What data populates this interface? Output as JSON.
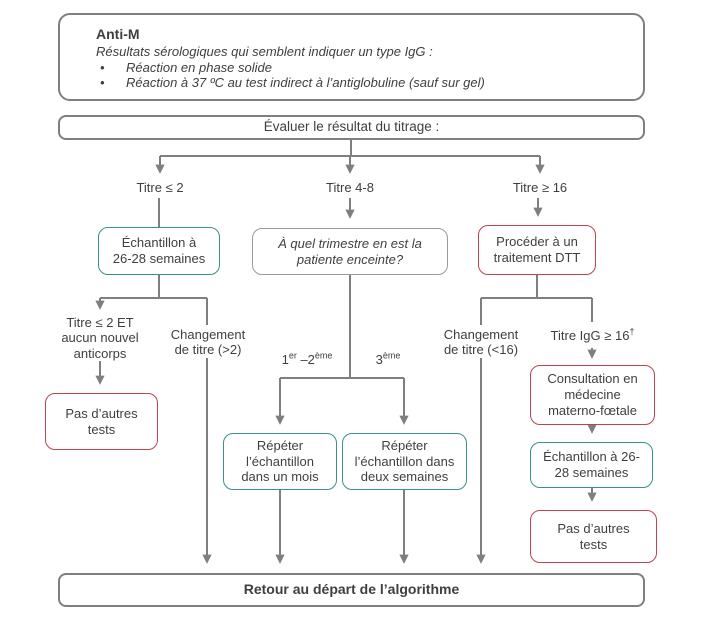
{
  "colors": {
    "line": "#7f7f7f",
    "teal": "#3a9188",
    "red": "#c0424b",
    "text": "#3f3f3f",
    "bg": "#ffffff"
  },
  "header": {
    "title": "Anti-M",
    "subtitle": "Résultats sérologiques qui semblent indiquer un type IgG :",
    "bullets": [
      "Réaction en phase solide",
      "Réaction à 37 ºC au test indirect à l’antiglobuline (sauf sur gel)"
    ]
  },
  "evaluate_label": "Évaluer le résultat du titrage :",
  "branch_labels": {
    "low": "Titre ≤ 2",
    "mid": "Titre 4-8",
    "high": "Titre ≥ 16"
  },
  "left": {
    "sample_box": "Échantillon à\n26-28 semaines",
    "no_new_antibody_label": "Titre ≤ 2 ET\naucun nouvel\nanticorps",
    "titer_change_label": "Changement\nde titre (>2)",
    "no_tests_box": "Pas d’autres\ntests"
  },
  "middle": {
    "question_box": "À quel trimestre en est la\npatiente enceinte?",
    "trimester_1_2": {
      "b1": "1",
      "s1": "er",
      "b2": " –2",
      "s2": "ème"
    },
    "trimester_3": {
      "b1": "3",
      "s1": "ème"
    },
    "repeat_month_box": "Répéter\nl’échantillon\ndans un mois",
    "repeat_two_weeks_box": "Répéter\nl’échantillon dans\ndeux semaines"
  },
  "right": {
    "dtt_box": "Procéder à un\ntraitement DTT",
    "titer_change_label": "Changement\nde titre (<16)",
    "igg_label": {
      "base": "Titre IgG ≥ 16",
      "sup": "†"
    },
    "consult_box": "Consultation en\nmédecine\nmaterno-fœtale",
    "sample_box": "Échantillon à 26-\n28 semaines",
    "no_tests_box": "Pas d’autres\ntests"
  },
  "footer_label": "Retour au départ de l’algorithme"
}
